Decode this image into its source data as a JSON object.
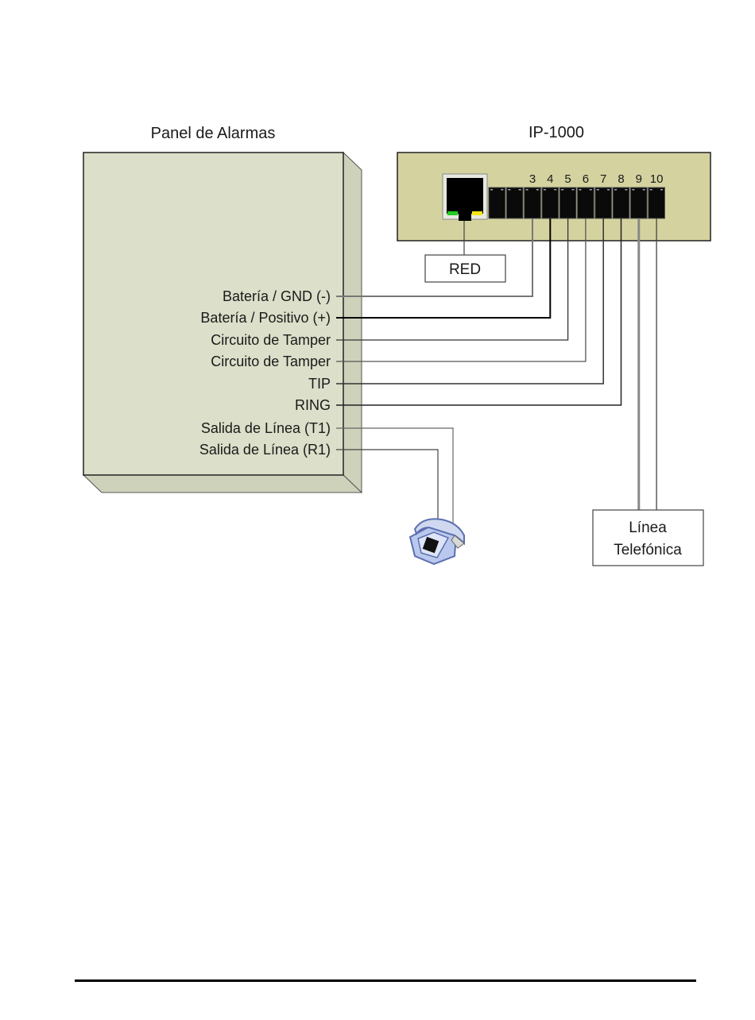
{
  "panel": {
    "title": "Panel de Alarmas",
    "terminals": [
      {
        "label": "Batería / GND (-)",
        "pin": "3"
      },
      {
        "label": "Batería / Positivo (+)",
        "pin": "4"
      },
      {
        "label": "Circuito de Tamper",
        "pin": "5"
      },
      {
        "label": "Circuito de Tamper",
        "pin": "6"
      },
      {
        "label": "TIP",
        "pin": "7"
      },
      {
        "label": "RING",
        "pin": "8"
      },
      {
        "label": "Salida de Línea (T1)",
        "pin": "phone"
      },
      {
        "label": "Salida de Línea (R1)",
        "pin": "phone"
      }
    ]
  },
  "device": {
    "title": "IP-1000",
    "pin_numbers": [
      "3",
      "4",
      "5",
      "6",
      "7",
      "8",
      "9",
      "10"
    ],
    "led_colors": {
      "left": "#22cc22",
      "right": "#f2e619"
    },
    "body_color": "#d4d3a0"
  },
  "network_box": {
    "label": "RED"
  },
  "line_box": {
    "line1": "Línea",
    "line2": "Telefónica"
  },
  "phone": {
    "icon": "telephone-icon"
  }
}
